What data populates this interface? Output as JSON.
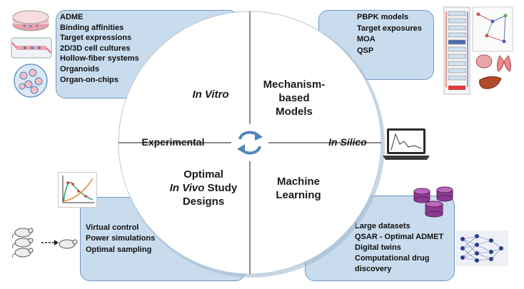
{
  "colors": {
    "box_fill": "#c9dcee",
    "box_border": "#6f97c2",
    "circle_fill": "#ffffff",
    "circle_shadow": "#9fb6cc",
    "arrow_blue": "#4f86b8",
    "drum_purple": "#8b3a8f"
  },
  "top_left": {
    "items": [
      "ADME",
      "Binding affinities",
      "Target expressions",
      "2D/3D cell cultures",
      "Hollow-fiber systems",
      "Organoids",
      "Organ-on-chips"
    ],
    "icons": [
      "petri-dish-icon",
      "microfluidic-chip-icon",
      "organoid-icon"
    ]
  },
  "top_right": {
    "items": [
      "PBPK models",
      "Target exposures",
      "MOA",
      "QSP"
    ],
    "icons": [
      "pbpk-diagram-icon",
      "network-graph-icon",
      "organs-icon"
    ]
  },
  "bottom_left": {
    "items": [
      "Virtual control",
      "Power simulations",
      "Optimal sampling"
    ],
    "icons": [
      "pk-curve-chart-icon",
      "mice-icon"
    ]
  },
  "bottom_right": {
    "items": [
      "Large datasets",
      "QSAR - Optimal ADMET",
      "Digital twins",
      "Computational drug",
      "discovery"
    ],
    "icons": [
      "database-icon",
      "neural-network-icon"
    ]
  },
  "circle": {
    "in_vitro": "In Vitro",
    "mechanism_line1": "Mechanism-",
    "mechanism_line2": "based",
    "mechanism_line3": "Models",
    "experimental": "Experimental",
    "in_silico": "In Silico",
    "optimal_line1": "Optimal",
    "optimal_in_vivo": "In Vivo",
    "optimal_study": " Study",
    "optimal_line3": "Designs",
    "ml_line1": "Machine",
    "ml_line2": "Learning",
    "center_icon": "cycle-arrows-icon"
  },
  "laptop_icon": "laptop-chart-icon"
}
